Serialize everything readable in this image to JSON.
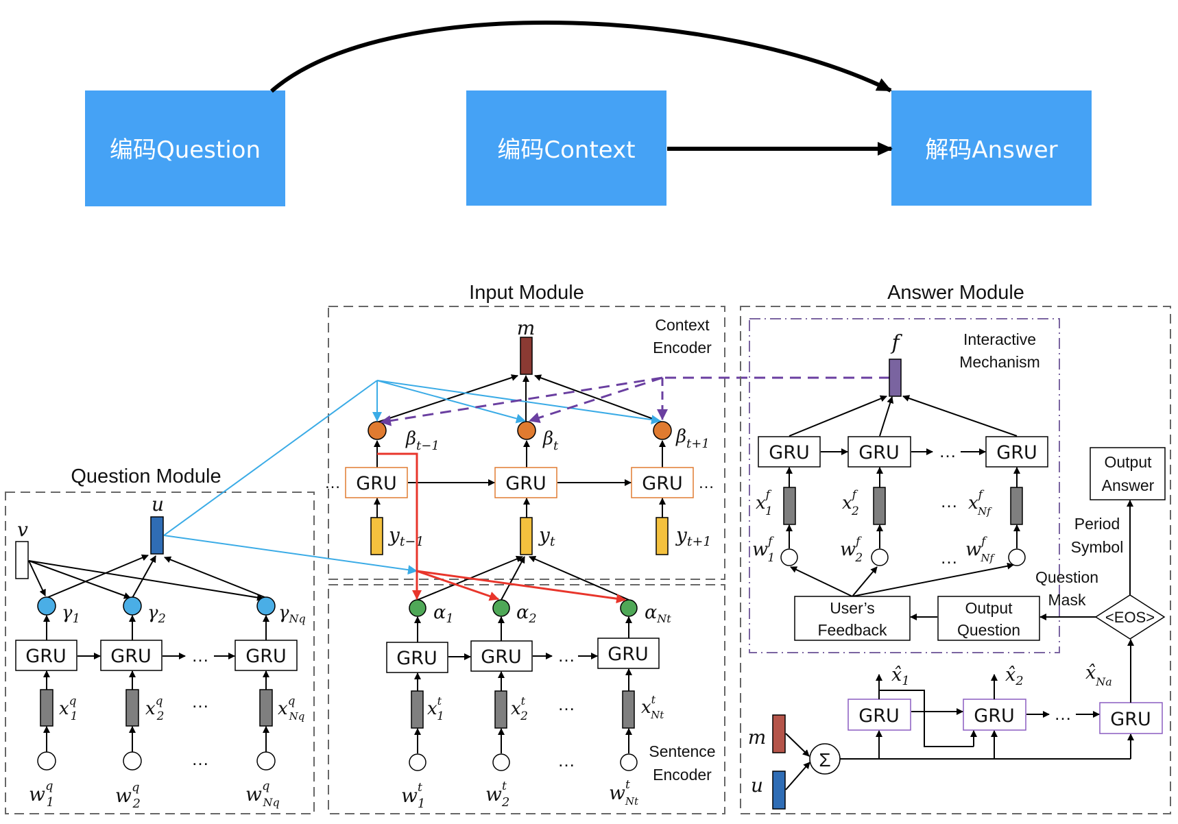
{
  "top_flow": {
    "boxes": [
      {
        "id": "question",
        "label": "编码Question"
      },
      {
        "id": "context",
        "label": "编码Context"
      },
      {
        "id": "answer",
        "label": "解码Answer"
      }
    ],
    "box_color": "#45a2f5"
  },
  "modules": {
    "question": {
      "title": "Question Module",
      "v_label": "v",
      "u_label": "u",
      "gamma": [
        "γ",
        "1",
        "2",
        "Nq"
      ],
      "gru_label": "GRU",
      "ellipsis": "…",
      "x_base": "x",
      "x_sup": "q",
      "w_base": "w",
      "w_sup": "q",
      "subs": [
        "1",
        "2",
        "Nq"
      ]
    },
    "input": {
      "title": "Input Module",
      "context_encoder": [
        "Context",
        "Encoder"
      ],
      "sentence_encoder": [
        "Sentence",
        "Encoder"
      ],
      "m_label": "m",
      "beta_base": "β",
      "beta_subs": [
        "t−1",
        "t",
        "t+1"
      ],
      "y_base": "y",
      "y_subs": [
        "t−1",
        "t",
        "t+1"
      ],
      "alpha_base": "α",
      "alpha_subs": [
        "1",
        "2",
        "Nt"
      ],
      "x_base": "x",
      "x_sup": "t",
      "w_base": "w",
      "w_sup": "t",
      "subs": [
        "1",
        "2",
        "Nt"
      ],
      "gru_label": "GRU",
      "ellipsis": "…"
    },
    "answer": {
      "title": "Answer Module",
      "interactive": [
        "Interactive",
        "Mechanism"
      ],
      "f_label": "f",
      "x_base": "x",
      "x_sup": "f",
      "w_base": "w",
      "w_sup": "f",
      "subs": [
        "1",
        "2",
        "Nf"
      ],
      "users_feedback": [
        "User’s",
        "Feedback"
      ],
      "output_question": [
        "Output",
        "Question"
      ],
      "output_answer": [
        "Output",
        "Answer"
      ],
      "period_symbol": [
        "Period",
        "Symbol"
      ],
      "question_mask": [
        "Question",
        "Mask"
      ],
      "eos": "<EOS>",
      "sum_symbol": "Σ",
      "m_label": "m",
      "u_label": "u",
      "xhat_base": "x̂",
      "xhat_subs": [
        "1",
        "2",
        "Na"
      ],
      "gru_label": "GRU",
      "ellipsis": "…"
    }
  },
  "colors": {
    "blue_box": "#45a2f5",
    "u_vector": "#2f6db5",
    "m_vector": "#8b3a33",
    "m_vector_answer": "#b5554a",
    "f_vector": "#7a64a0",
    "gamma_node": "#4aaee6",
    "beta_node": "#e07b30",
    "alpha_node": "#4fa857",
    "y_vector": "#f4c13e",
    "x_vector": "#7f7f7f",
    "attention_blue": "#3aabe6",
    "attention_red": "#e8352b",
    "feedback_purple": "#6a3fa0",
    "gru_context_border": "#e07b30",
    "gru_answer_border": "#8a5cc0"
  }
}
